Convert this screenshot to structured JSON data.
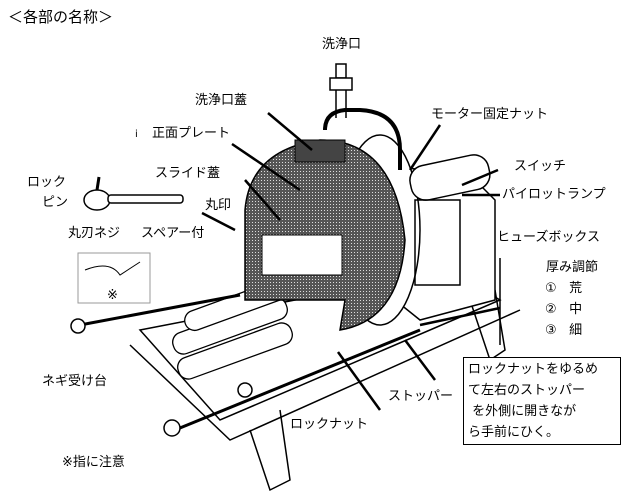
{
  "title": "＜各部の名称＞",
  "labels": {
    "washing_port": "洗浄口",
    "washing_port_lid": "洗浄口蓋",
    "front_plate_mark": "i",
    "front_plate": "正面プレート",
    "slide_lid": "スライド蓋",
    "lock": "ロック",
    "pin": "ピン",
    "circle_mark": "丸印",
    "round_blade_screw": "丸刃ネジ",
    "spare_included": "スペアー付",
    "motor_nut": "モーター固定ナット",
    "switch": "スイッチ",
    "pilot_lamp": "パイロットランプ",
    "fuse_box": "ヒューズボックス",
    "thickness_title": "厚み調節",
    "thickness": [
      {
        "num": "①",
        "label": "荒"
      },
      {
        "num": "②",
        "label": "中"
      },
      {
        "num": "③",
        "label": "細"
      }
    ],
    "asterisk": "※",
    "leek_tray": "ネギ受け台",
    "stopper": "ストッパー",
    "lock_nut": "ロックナット",
    "finger_caution": "※指に注意"
  },
  "note_lines": [
    "ロックナットをゆるめ",
    "て左右のストッパー",
    " を外側に開きなが",
    "ら手前にひく。"
  ]
}
